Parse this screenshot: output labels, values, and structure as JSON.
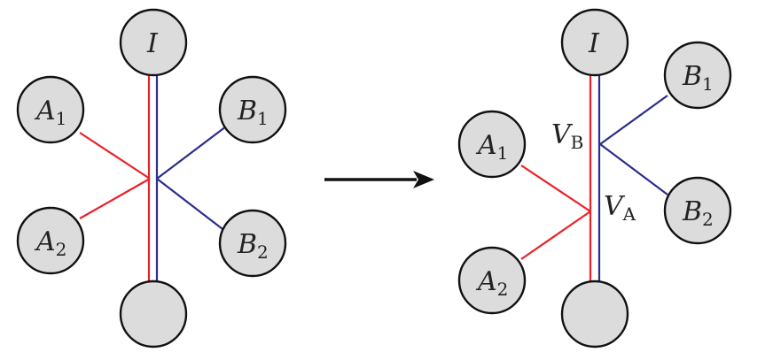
{
  "colors": {
    "red": "#e8232a",
    "blue": "#2b2e8c",
    "node_fill": "#dcdcdc",
    "node_stroke": "#111111",
    "arrow": "#111111"
  },
  "left": {
    "top_node": {
      "letter": "I",
      "sub": ""
    },
    "a1": {
      "letter": "A",
      "sub": "1"
    },
    "a2": {
      "letter": "A",
      "sub": "2"
    },
    "b1": {
      "letter": "B",
      "sub": "1"
    },
    "b2": {
      "letter": "B",
      "sub": "2"
    },
    "bottom_node": {
      "letter": "",
      "sub": ""
    }
  },
  "right": {
    "top_node": {
      "letter": "I",
      "sub": ""
    },
    "a1": {
      "letter": "A",
      "sub": "1"
    },
    "a2": {
      "letter": "A",
      "sub": "2"
    },
    "b1": {
      "letter": "B",
      "sub": "1"
    },
    "b2": {
      "letter": "B",
      "sub": "2"
    },
    "bottom_node": {
      "letter": "",
      "sub": ""
    },
    "vertex_b": {
      "letter": "V",
      "sub": "B"
    },
    "vertex_a": {
      "letter": "V",
      "sub": "A"
    }
  }
}
